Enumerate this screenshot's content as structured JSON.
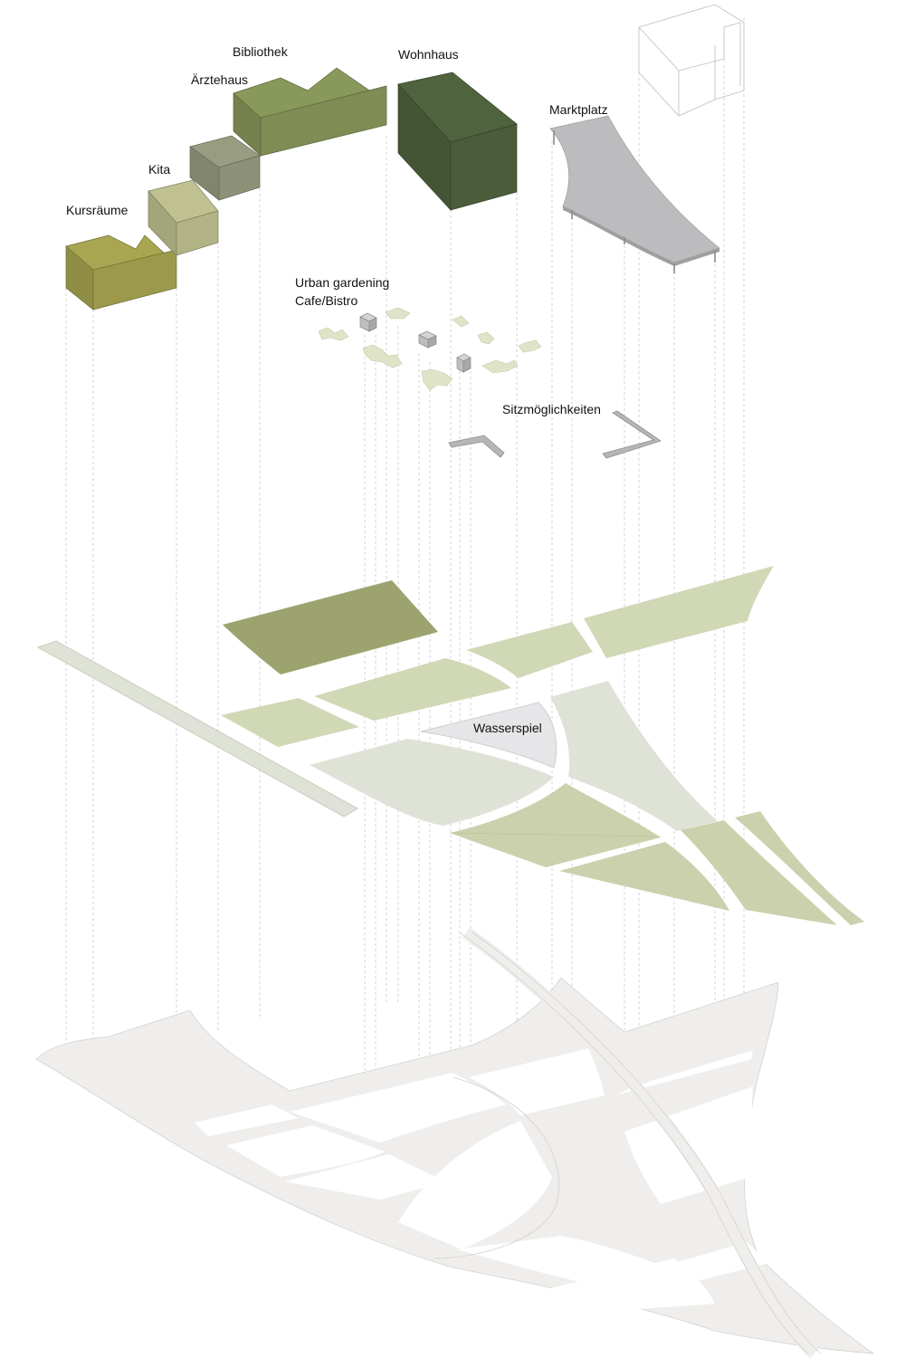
{
  "labels": {
    "kursraeume": "Kursräume",
    "kita": "Kita",
    "aerztehaus": "Ärztehaus",
    "bibliothek": "Bibliothek",
    "wohnhaus": "Wohnhaus",
    "marktplatz": "Marktplatz",
    "urban_gardening": "Urban gardening",
    "cafe_bistro": "Cafe/Bistro",
    "sitzmoeglichkeiten": "Sitzmöglichkeiten",
    "wasserspiel": "Wasserspiel"
  },
  "colors": {
    "kursraeume": "#9c9a4a",
    "kita": "#b1b385",
    "aerztehaus": "#8d9178",
    "bibliothek": "#7f8d54",
    "wohnhaus": "#4a5c3a",
    "marktplatz": "#bcbcbe",
    "garden_dark": "#9da36f",
    "garden_light": "#d0d8b6",
    "lawn_pale": "#dfe2d6",
    "water": "#e6e6e8",
    "ground": "#efeeec",
    "ground_stroke": "#d4d2cf",
    "guide": "#c9c9c9"
  }
}
